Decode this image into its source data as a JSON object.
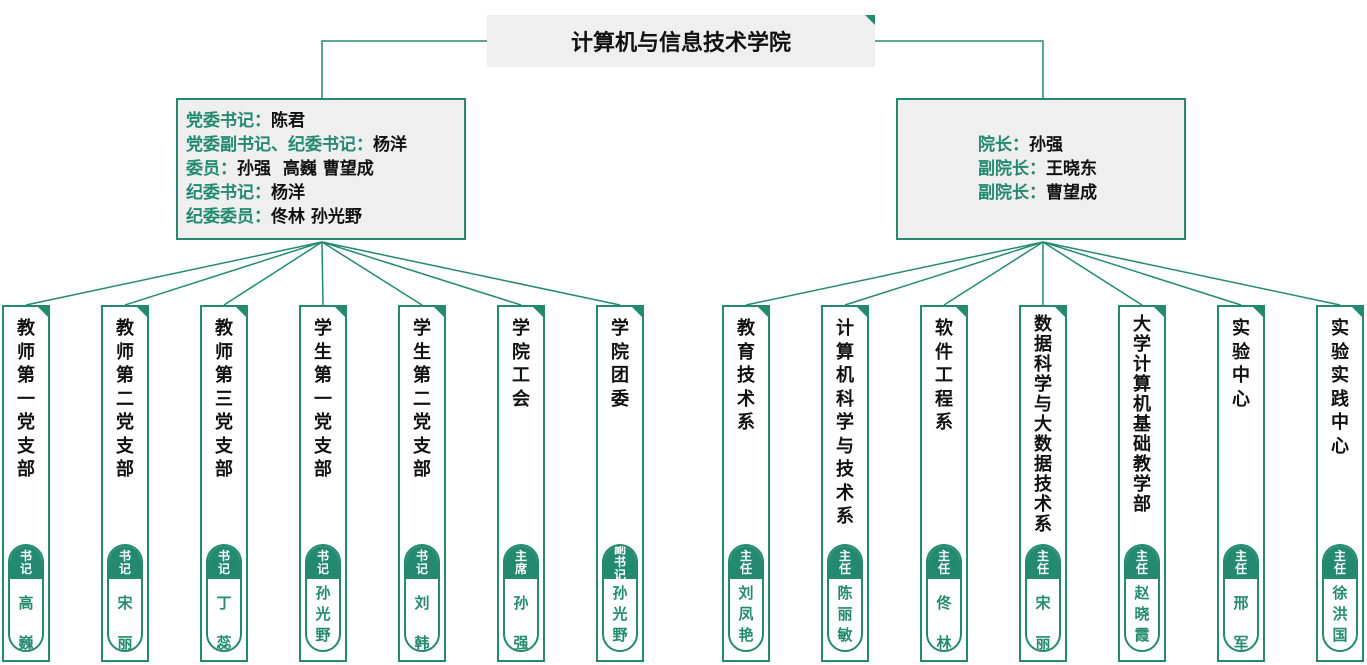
{
  "title": "计算机与信息技术学院",
  "colors": {
    "accent": "#238a70",
    "box_bg": "#efefef"
  },
  "party_committee": [
    {
      "k": "党委书记：",
      "v": "陈君"
    },
    {
      "k": "党委副书记、纪委书记：",
      "v": "杨洋"
    },
    {
      "k": "委员：",
      "v": "孙强  高巍 曹望成"
    },
    {
      "k": "纪委书记：",
      "v": "杨洋"
    },
    {
      "k": "纪委委员：",
      "v": "佟林 孙光野"
    }
  ],
  "administration": [
    {
      "k": "院长：",
      "v": "孙强"
    },
    {
      "k": "副院长：",
      "v": "王晓东"
    },
    {
      "k": "副院长：",
      "v": "曹望成"
    }
  ],
  "left_units": [
    {
      "name": "教师第一党支部",
      "role": "书记",
      "person": "高巍"
    },
    {
      "name": "教师第二党支部",
      "role": "书记",
      "person": "宋丽"
    },
    {
      "name": "教师第三党支部",
      "role": "书记",
      "person": "丁蕊"
    },
    {
      "name": "学生第一党支部",
      "role": "书记",
      "person": "孙光野"
    },
    {
      "name": "学生第二党支部",
      "role": "书记",
      "person": "刘韩"
    },
    {
      "name": "学院工会",
      "role": "主席",
      "person": "孙强"
    },
    {
      "name": "学院团委",
      "role": "副书记",
      "person": "孙光野"
    }
  ],
  "right_units": [
    {
      "name": "教育技术系",
      "role": "主任",
      "person": "刘凤艳"
    },
    {
      "name": "计算机科学与技术系",
      "role": "主任",
      "person": "陈丽敏"
    },
    {
      "name": "软件工程系",
      "role": "主任",
      "person": "佟林"
    },
    {
      "name": "数据科学与大数据技术系",
      "role": "主任",
      "person": "宋丽"
    },
    {
      "name": "大学计算机基础教学部",
      "role": "主任",
      "person": "赵晓霞"
    },
    {
      "name": "实验中心",
      "role": "主任",
      "person": "邢军"
    },
    {
      "name": "实验实践中心",
      "role": "主任",
      "person": "徐洪国"
    }
  ]
}
